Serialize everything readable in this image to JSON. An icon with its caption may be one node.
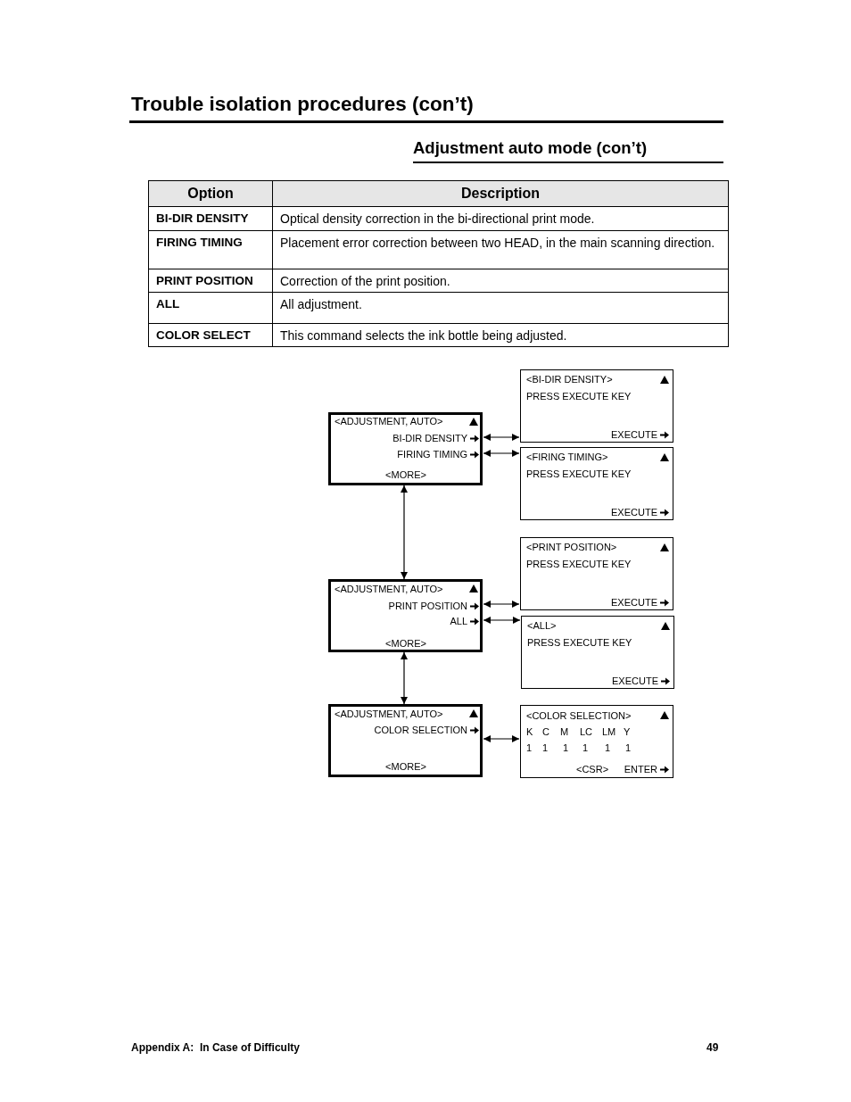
{
  "diagram": {
    "title": "Trouble isolation procedures (con’t)",
    "nodes": [
      {
        "text": [
          "<ADJUSTMENT, AUTO>",
          "BI-DIR DENSITY",
          "FIRING TIMING",
          "<MORE>"
        ]
      },
      {
        "text": [
          "<BI-DIR DENSITY>",
          "PRESS EXECUTE KEY",
          "EXECUTE"
        ]
      },
      {
        "text": [
          "<FIRING TIMING>",
          "PRESS EXECUTE KEY",
          "EXECUTE"
        ]
      },
      {
        "text": [
          "<PRINT POSITION>",
          "PRESS EXECUTE KEY",
          "EXECUTE"
        ]
      },
      {
        "text": [
          "<ADJUSTMENT, AUTO>",
          "PRINT POSITION",
          "ALL",
          "<MORE>"
        ]
      },
      {
        "text": [
          "<ALL>",
          "PRESS EXECUTE KEY",
          "EXECUTE"
        ]
      },
      {
        "text": [
          "<ADJUSTMENT, AUTO>",
          "COLOR SELECTION",
          "<MORE>"
        ]
      },
      {
        "text": [
          "<COLOR SELECTION>",
          "K",
          "C",
          "M",
          "LC",
          "LM",
          "Y",
          "1",
          "1",
          "1",
          "1",
          "1",
          "1",
          "<CSR>",
          "ENTER"
        ]
      }
    ],
    "edges": [
      {
        "from": 0,
        "to": 1,
        "arrow": "both"
      },
      {
        "from": 0,
        "to": 2,
        "arrow": "both"
      },
      {
        "from": 0,
        "to": 4,
        "arrow": "both"
      },
      {
        "from": 4,
        "to": 3,
        "arrow": "both"
      },
      {
        "from": 4,
        "to": 5,
        "arrow": "both"
      },
      {
        "from": 4,
        "to": 6,
        "arrow": "both"
      },
      {
        "from": 6,
        "to": 7,
        "arrow": "both"
      }
    ],
    "labels": [
      "Adjustment auto mode (con’t)",
      "Option",
      "Description",
      "BI-DIR DENSITY",
      "Optical density correction in the bi-directional print mode.",
      "FIRING TIMING",
      "Placement error correction between two HEAD, in the main scanning direction.",
      "PRINT POSITION",
      "Correction of the print position.",
      "ALL",
      "All adjustment.",
      "COLOR SELECT",
      "This command selects the ink bottle being adjusted.",
      "Appendix A:  In Case of Difficulty",
      "49"
    ]
  }
}
